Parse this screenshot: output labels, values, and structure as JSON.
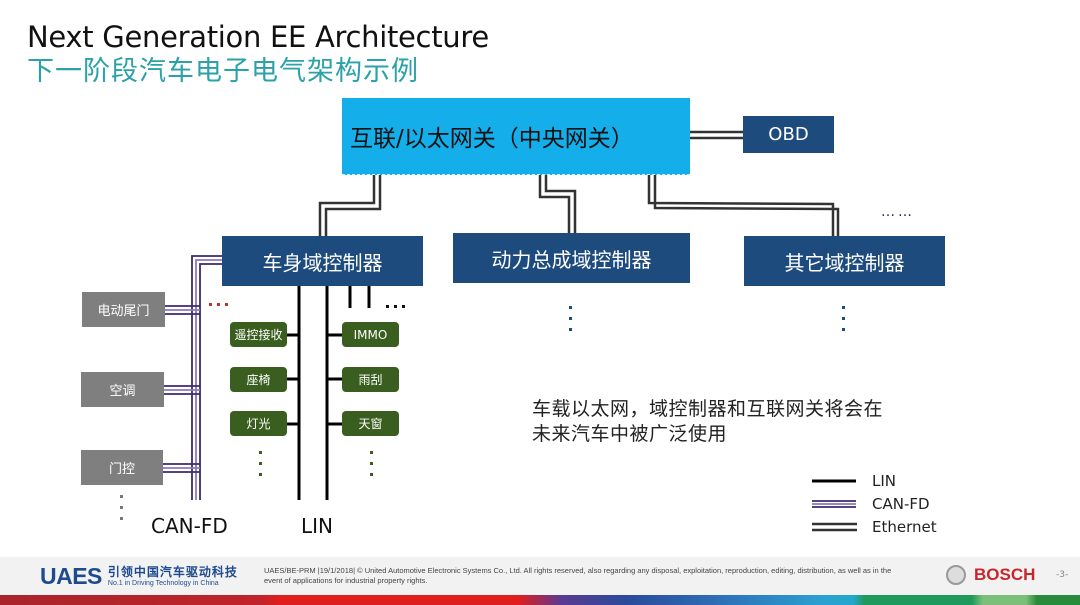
{
  "title": {
    "english": "Next Generation EE Architecture",
    "chinese": "下一阶段汽车电子电气架构示例"
  },
  "gateway": {
    "label": "互联/以太网关（中央网关）"
  },
  "obd": {
    "label": "OBD"
  },
  "domain_controllers": [
    {
      "id": "body",
      "label": "车身域控制器"
    },
    {
      "id": "powertrain",
      "label": "动力总成域控制器"
    },
    {
      "id": "other",
      "label": "其它域控制器"
    }
  ],
  "ellipsis_more_domains": "……",
  "can_fd_nodes": [
    {
      "label": "电动尾门"
    },
    {
      "label": "空调"
    },
    {
      "label": "门控"
    }
  ],
  "lin_nodes_left": [
    {
      "label": "遥控接收"
    },
    {
      "label": "座椅"
    },
    {
      "label": "灯光"
    }
  ],
  "lin_nodes_right": [
    {
      "label": "IMMO"
    },
    {
      "label": "雨刮"
    },
    {
      "label": "天窗"
    }
  ],
  "bus_labels": {
    "can_fd": "CAN-FD",
    "lin": "LIN"
  },
  "description": {
    "line1": "车载以太网，域控制器和互联网关将会在",
    "line2": "未来汽车中被广泛使用"
  },
  "legend": [
    {
      "label": "LIN",
      "type": "lin"
    },
    {
      "label": "CAN-FD",
      "type": "canfd"
    },
    {
      "label": "Ethernet",
      "type": "ethernet"
    }
  ],
  "colors": {
    "gateway": "#14aeea",
    "domain_box": "#1e4b7e",
    "node_grey": "#7f7f7f",
    "node_green": "#3a5e1f",
    "canfd": "#3b2a6e",
    "ethernet": "#333333",
    "title_cn": "#2aa2a8",
    "bosch_red": "#c8262c"
  },
  "footer": {
    "logo": "UAES",
    "slogan_cn": "引领中国汽车驱动科技",
    "slogan_en": "No.1 in Driving Technology in China",
    "copyright_line1": "UAES/BE-PRM |19/1/2018| © United Automotive Electronic Systems Co., Ltd.  All rights reserved, also regarding any disposal, exploitation, reproduction, editing, distribution, as well as in the",
    "copyright_line2": "event of applications for industrial property rights.",
    "brand": "BOSCH",
    "page": "-3-"
  }
}
